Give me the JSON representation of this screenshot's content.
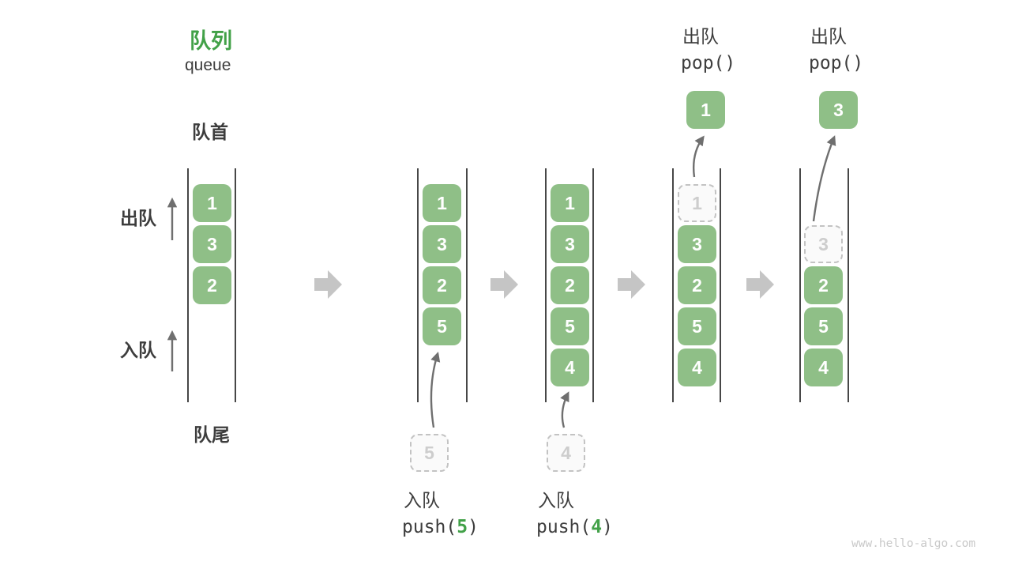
{
  "header": {
    "title_zh": "队列",
    "title_en": "queue"
  },
  "side_labels": {
    "front": "队首",
    "rear": "队尾",
    "dequeue": "出队",
    "enqueue": "入队"
  },
  "states": {
    "s1": {
      "boxes": [
        "1",
        "3",
        "2"
      ]
    },
    "s2": {
      "boxes": [
        "1",
        "3",
        "2",
        "5"
      ],
      "incoming": "5"
    },
    "s3": {
      "boxes": [
        "1",
        "3",
        "2",
        "5",
        "4"
      ],
      "incoming": "4"
    },
    "s4": {
      "dashed": "1",
      "boxes": [
        "3",
        "2",
        "5",
        "4"
      ],
      "popped": "1"
    },
    "s5": {
      "dashed": "3",
      "boxes": [
        "2",
        "5",
        "4"
      ],
      "popped": "3"
    }
  },
  "operations": {
    "push5": {
      "label": "入队",
      "fn": "push(",
      "arg": "5",
      "close": ")"
    },
    "push4": {
      "label": "入队",
      "fn": "push(",
      "arg": "4",
      "close": ")"
    },
    "pop_first": {
      "label": "出队",
      "code": "pop()"
    },
    "pop_second": {
      "label": "出队",
      "code": "pop()"
    }
  },
  "watermark": "www.hello-algo.com",
  "colors": {
    "box_green": "#8fbf87",
    "accent_green": "#42a148",
    "text_dark": "#3d3d3d",
    "arrow_gray": "#6f6f6f",
    "transition_gray": "#c5c5c5",
    "dashed_border": "#c3c3c3",
    "dashed_text": "#cdcdcd",
    "wall_gray": "#474747"
  }
}
